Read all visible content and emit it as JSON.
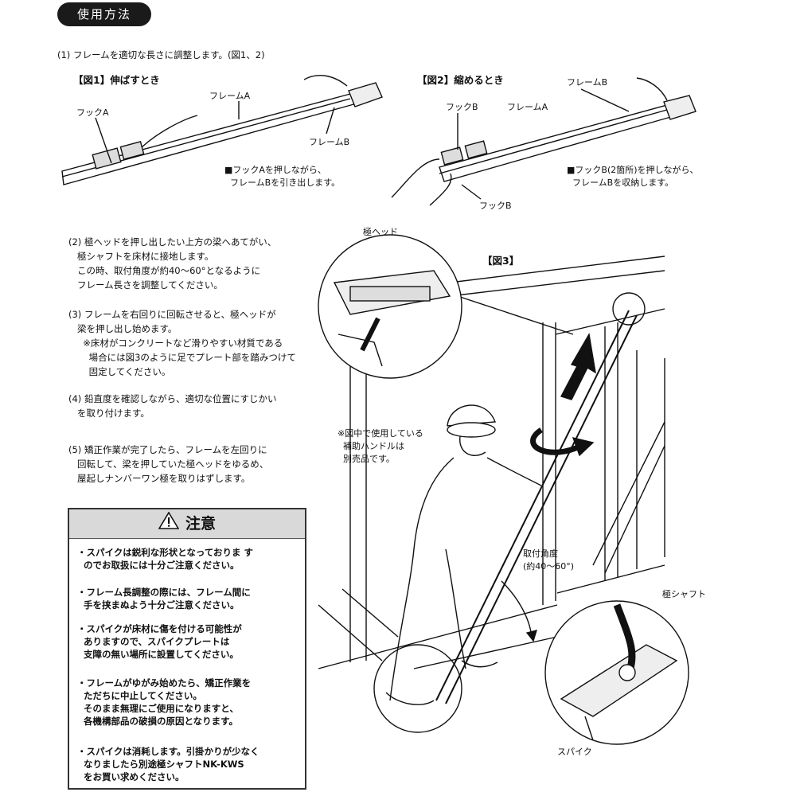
{
  "header": {
    "title": "使用方法"
  },
  "steps": [
    {
      "text": "(1) フレームを適切な長さに調整します。(図1、2)"
    },
    {
      "text": "(2) 極ヘッドを押し出したい上方の梁へあてがい、\n   極シャフトを床材に接地します。\n   この時、取付角度が約40～60°となるように\n   フレーム長さを調整してください。"
    },
    {
      "text": "(3) フレームを右回りに回転させると、極ヘッドが\n   梁を押し出し始めます。\n     ※床材がコンクリートなど滑りやすい材質である\n       場合には図3のように足でプレート部を踏みつけて\n       固定してください。"
    },
    {
      "text": "(4) 鉛直度を確認しながら、適切な位置にすじかい\n   を取り付けます。"
    },
    {
      "text": "(5) 矯正作業が完了したら、フレームを左回りに\n   回転して、梁を押していた極ヘッドをゆるめ、\n   屋起しナンバーワン極を取りはずします。"
    }
  ],
  "fig1": {
    "title": "【図1】伸ばすとき",
    "hook_a": "フックA",
    "frame_a": "フレームA",
    "frame_b": "フレームB",
    "note": "■フックAを押しながら、\n  フレームBを引き出します。"
  },
  "fig2": {
    "title": "【図2】縮めるとき",
    "frame_b": "フレームB",
    "hook_b_top": "フックB",
    "frame_a": "フレームA",
    "hook_b_bottom": "フックB",
    "note": "■フックB(2箇所)を押しながら、\n  フレームBを収納します。"
  },
  "fig3": {
    "title": "【図3】",
    "head_label": "極ヘッド",
    "handle_note": "※図中で使用している\n  補助ハンドルは\n  別売品です。",
    "angle_label": "取付角度\n(約40～60°)",
    "shaft_label": "極シャフト",
    "spike_label": "スパイク"
  },
  "caution": {
    "title": "注意",
    "items": [
      "・スパイクは鋭利な形状となっておりま す\n  のでお取扱には十分ご注意ください。",
      "・フレーム長調整の際には、フレーム間に\n  手を挟まぬよう十分ご注意ください。",
      "・スパイクが床材に傷を付ける可能性が\n  ありますので、スパイクプレートは\n  支障の無い場所に設置してください。",
      "・フレームがゆがみ始めたら、矯正作業を\n  ただちに中止してください。\n  そのまま無理にご使用になりますと、\n  各機構部品の破損の原因となります。",
      "・スパイクは消耗します。引掛かりが少なく\n  なりましたら別途極シャフトNK-KWS\n  をお買い求めください。"
    ]
  }
}
